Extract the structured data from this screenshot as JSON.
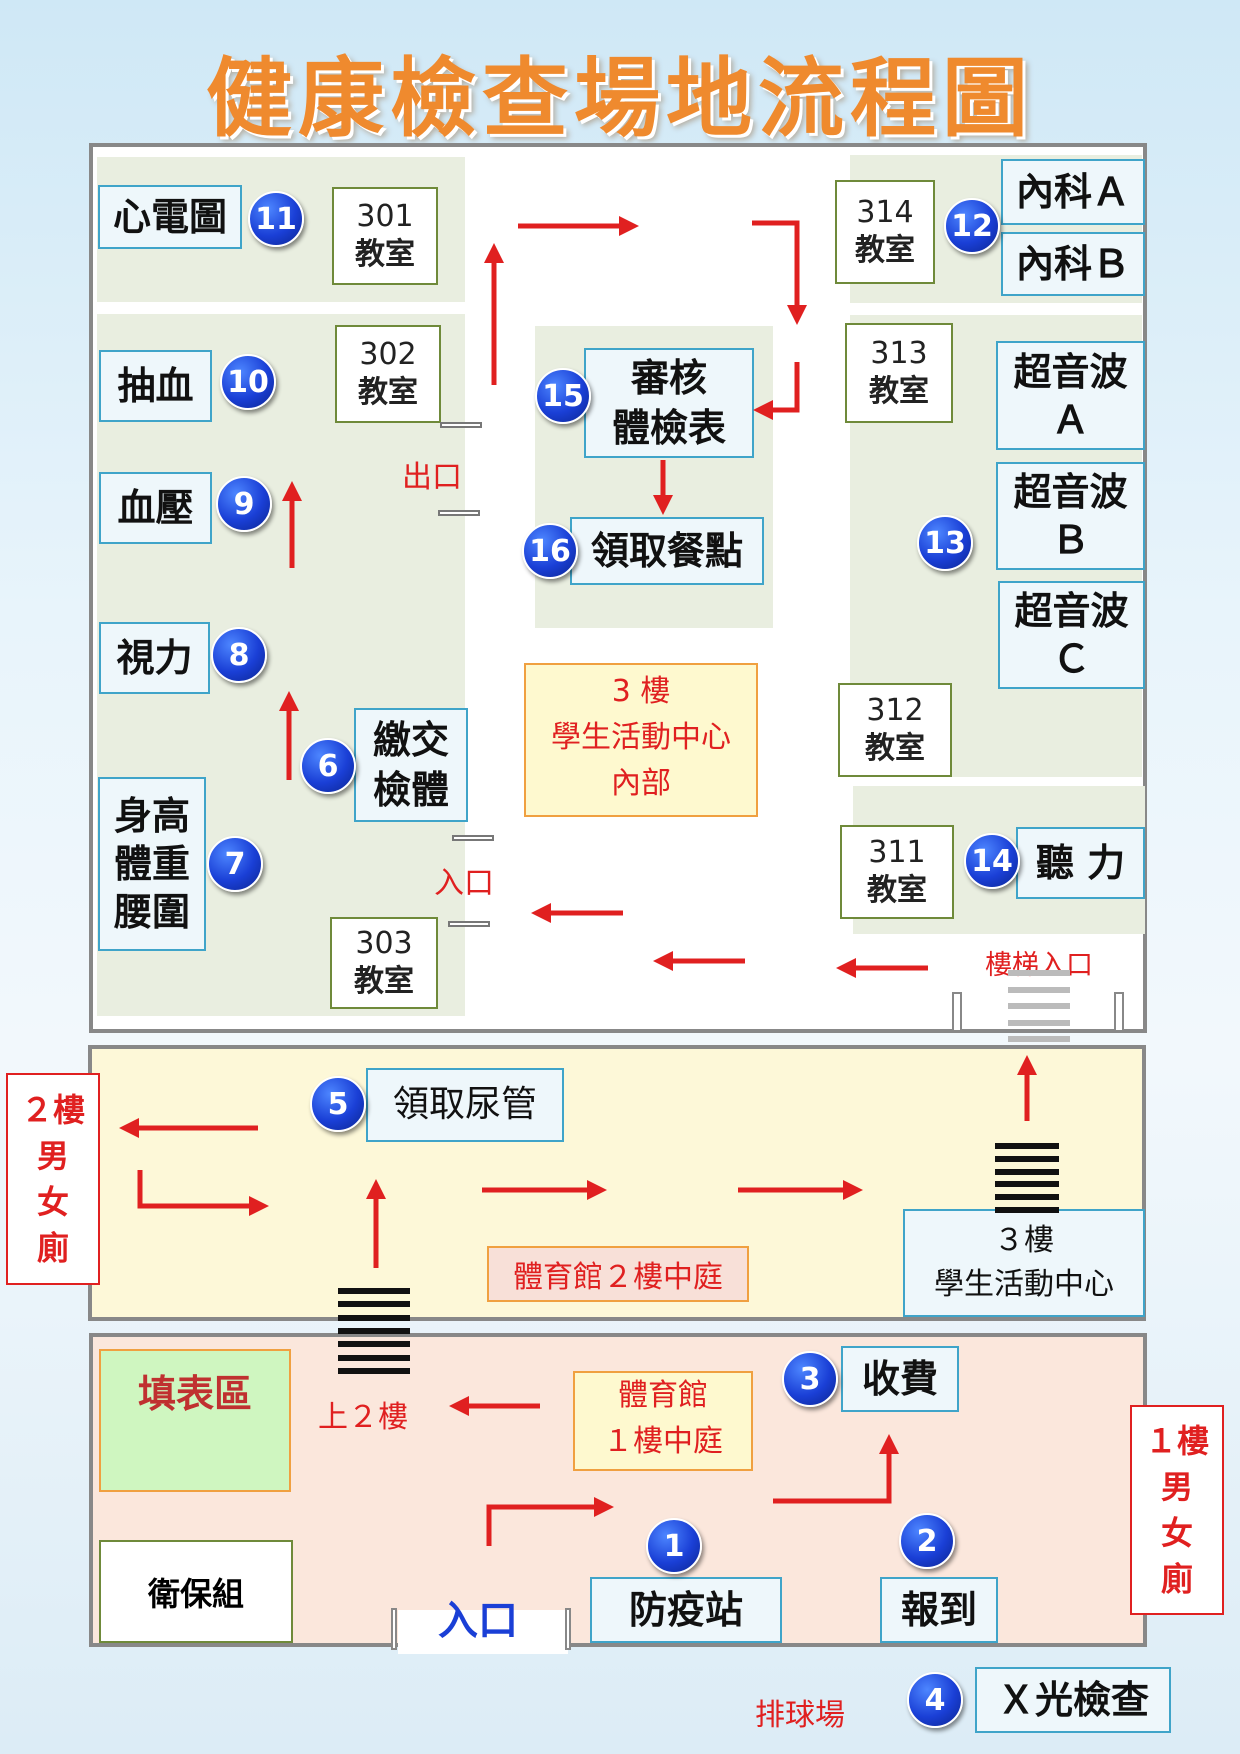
{
  "title": "健康檢查場地流程圖",
  "floor3": {
    "center_label": [
      "3 樓",
      "學生活動中心",
      "內部"
    ],
    "exit_label": "出口",
    "entrance_label": "入口",
    "stair_entrance_label": "樓梯入口",
    "rooms": {
      "r301": [
        "301",
        "教室"
      ],
      "r302": [
        "302",
        "教室"
      ],
      "r303": [
        "303",
        "教室"
      ],
      "r311": [
        "311",
        "教室"
      ],
      "r312": [
        "312",
        "教室"
      ],
      "r313": [
        "313",
        "教室"
      ],
      "r314": [
        "314",
        "教室"
      ]
    },
    "stations": {
      "ecg": "心電圖",
      "blood": "抽血",
      "bp": "血壓",
      "vision": "視力",
      "height": [
        "身高",
        "體重",
        "腰圍"
      ],
      "pay_exam": [
        "繳交",
        "檢體"
      ],
      "internal_a": "內科Ａ",
      "internal_b": "內科Ｂ",
      "us_a": [
        "超音波",
        "Ａ"
      ],
      "us_b": [
        "超音波",
        "Ｂ"
      ],
      "us_c": [
        "超音波",
        "Ｃ"
      ],
      "hearing": "聽 力",
      "review": [
        "審核",
        "體檢表"
      ],
      "meal": "領取餐點"
    }
  },
  "floor2": {
    "restroom": [
      "２樓",
      "男",
      "女",
      "廁"
    ],
    "urine": "領取尿管",
    "courtyard": "體育館２樓中庭",
    "center": [
      "３樓",
      "學生活動中心"
    ]
  },
  "floor1": {
    "form_area": "填表區",
    "health": "衛保組",
    "up2": "上２樓",
    "courtyard": [
      "體育館",
      "１樓中庭"
    ],
    "payment": "收費",
    "epidemic": "防疫站",
    "register": "報到",
    "entrance": "入口",
    "restroom": [
      "１樓",
      "男",
      "女",
      "廁"
    ],
    "volleyball": "排球場",
    "xray": "Ｘ光檢查"
  },
  "numbers": [
    "1",
    "2",
    "3",
    "4",
    "5",
    "6",
    "7",
    "8",
    "9",
    "10",
    "11",
    "12",
    "13",
    "14",
    "15",
    "16"
  ],
  "colors": {
    "arrow": "#e02020",
    "badge": "#1a3fd6",
    "title": "#ef8a2e"
  }
}
